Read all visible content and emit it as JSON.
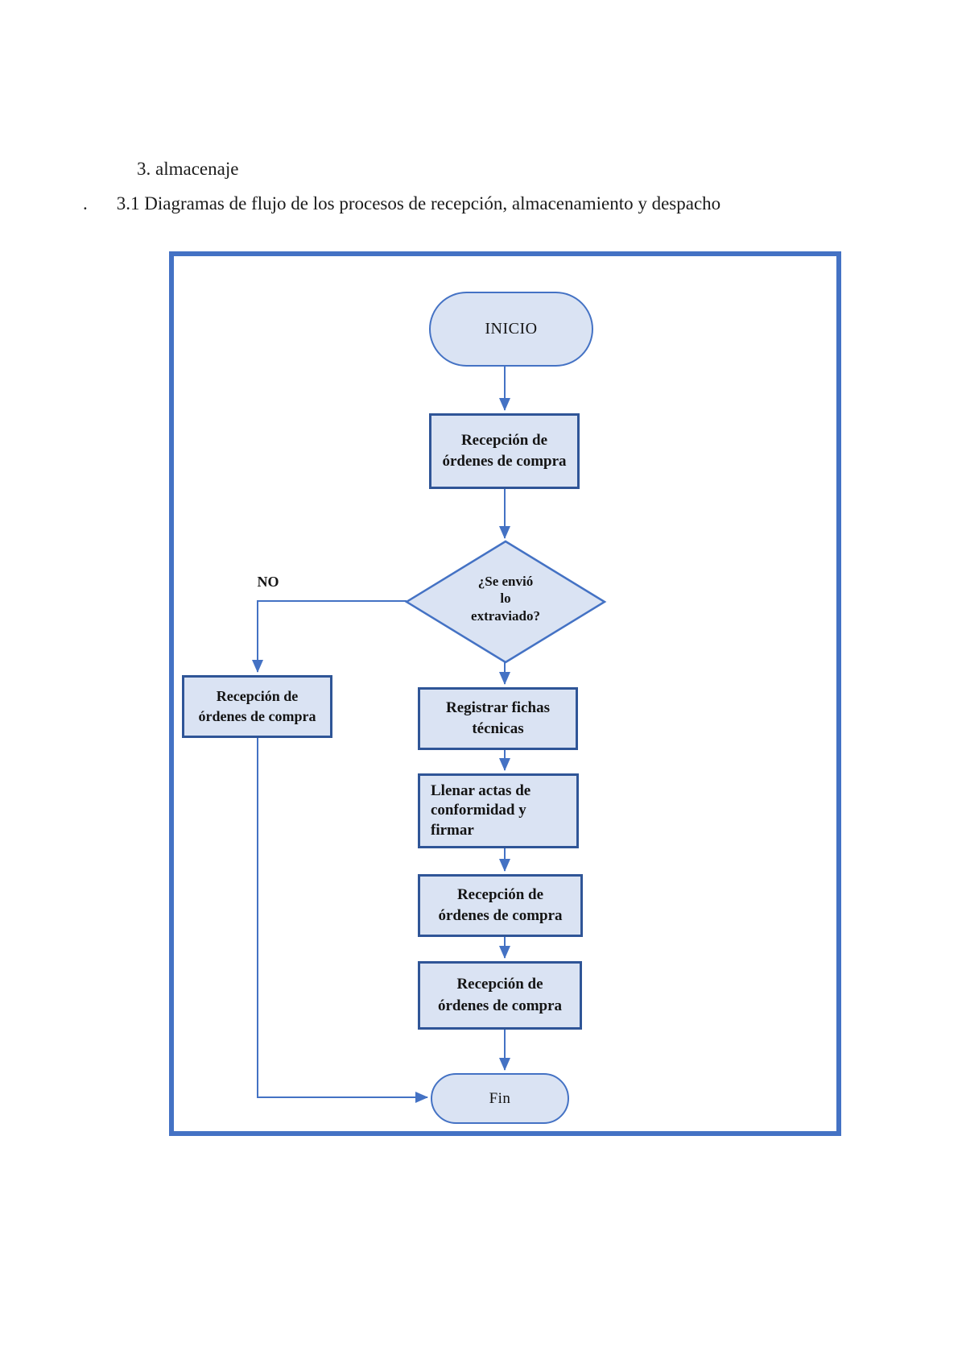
{
  "document": {
    "title_line": "3. almacenaje",
    "subtitle_bullet": ".",
    "subtitle": "3.1 Diagramas de flujo de los procesos de recepción, almacenamiento y despacho"
  },
  "flowchart": {
    "start_label": "INICIO",
    "reception_box_1": "Recepción de\nórdenes de compra",
    "decision_label": "¿Se envió\nlo\nextraviado?",
    "branch_no_label": "NO",
    "reception_box_no": "Recepción de\nórdenes de compra",
    "register_box": "Registrar fichas\ntécnicas",
    "acts_box": "Llenar actas de\nconformidad y\nfirmar",
    "reception_box_2": "Recepción de\nórdenes de compra",
    "reception_box_3": "Recepción de\nórdenes de compra",
    "end_label": "Fin",
    "colors": {
      "node_fill": "#dae3f3",
      "rect_border": "#2f5597",
      "rounded_border": "#4472c4",
      "connector": "#4472c4",
      "frame": "#4472c4"
    }
  }
}
